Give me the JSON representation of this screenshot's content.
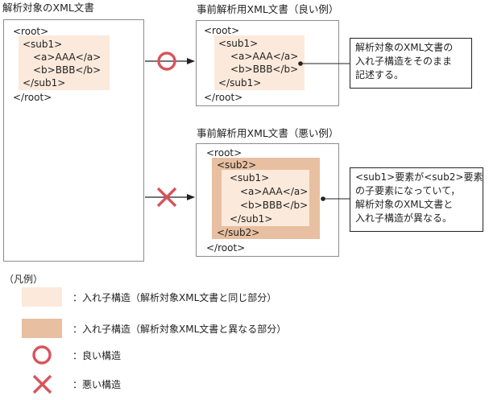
{
  "panels": {
    "source_title": "解析対象のXML文書",
    "good_title": "事前解析用XML文書（良い例）",
    "bad_title": "事前解析用XML文書（悪い例）"
  },
  "source_doc": {
    "root_open": "<root>",
    "sub1_open": "<sub1>",
    "a_line": "<a>AAA</a>",
    "b_line": "<b>BBB</b>",
    "sub1_close": "</sub1>",
    "root_close": "</root>"
  },
  "good_doc": {
    "root_open": "<root>",
    "sub1_open": "<sub1>",
    "a_line": "<a>AAA</a>",
    "b_line": "<b>BBB</b>",
    "sub1_close": "</sub1>",
    "root_close": "</root>"
  },
  "bad_doc": {
    "root_open": "<root>",
    "sub2_open": "<sub2>",
    "sub1_open": "<sub1>",
    "a_line": "<a>AAA</a>",
    "b_line": "<b>BBB</b>",
    "sub1_close": "</sub1>",
    "sub2_close": "</sub2>",
    "root_close": "</root>"
  },
  "notes": {
    "good": [
      "解析対象のXML文書の",
      "入れ子構造をそのまま",
      "記述する。"
    ],
    "bad": [
      "<sub1>要素が<sub2>要素",
      "の子要素になっていて，",
      "解析対象のXML文書と",
      "入れ子構造が異なる。"
    ]
  },
  "legend": {
    "title": "（凡例）",
    "light_label": "：入れ子構造（解析対象XML文書と同じ部分）",
    "dark_label": "：入れ子構造（解析対象XML文書と異なる部分）",
    "good_label": "：良い構造",
    "bad_label": "：悪い構造"
  },
  "colors": {
    "light_fill": "#fbe9db",
    "dark_fill": "#e8bfa0",
    "mark_red": "#d9535b"
  },
  "icons": {
    "good_mark": "circle-icon",
    "bad_mark": "cross-icon"
  }
}
